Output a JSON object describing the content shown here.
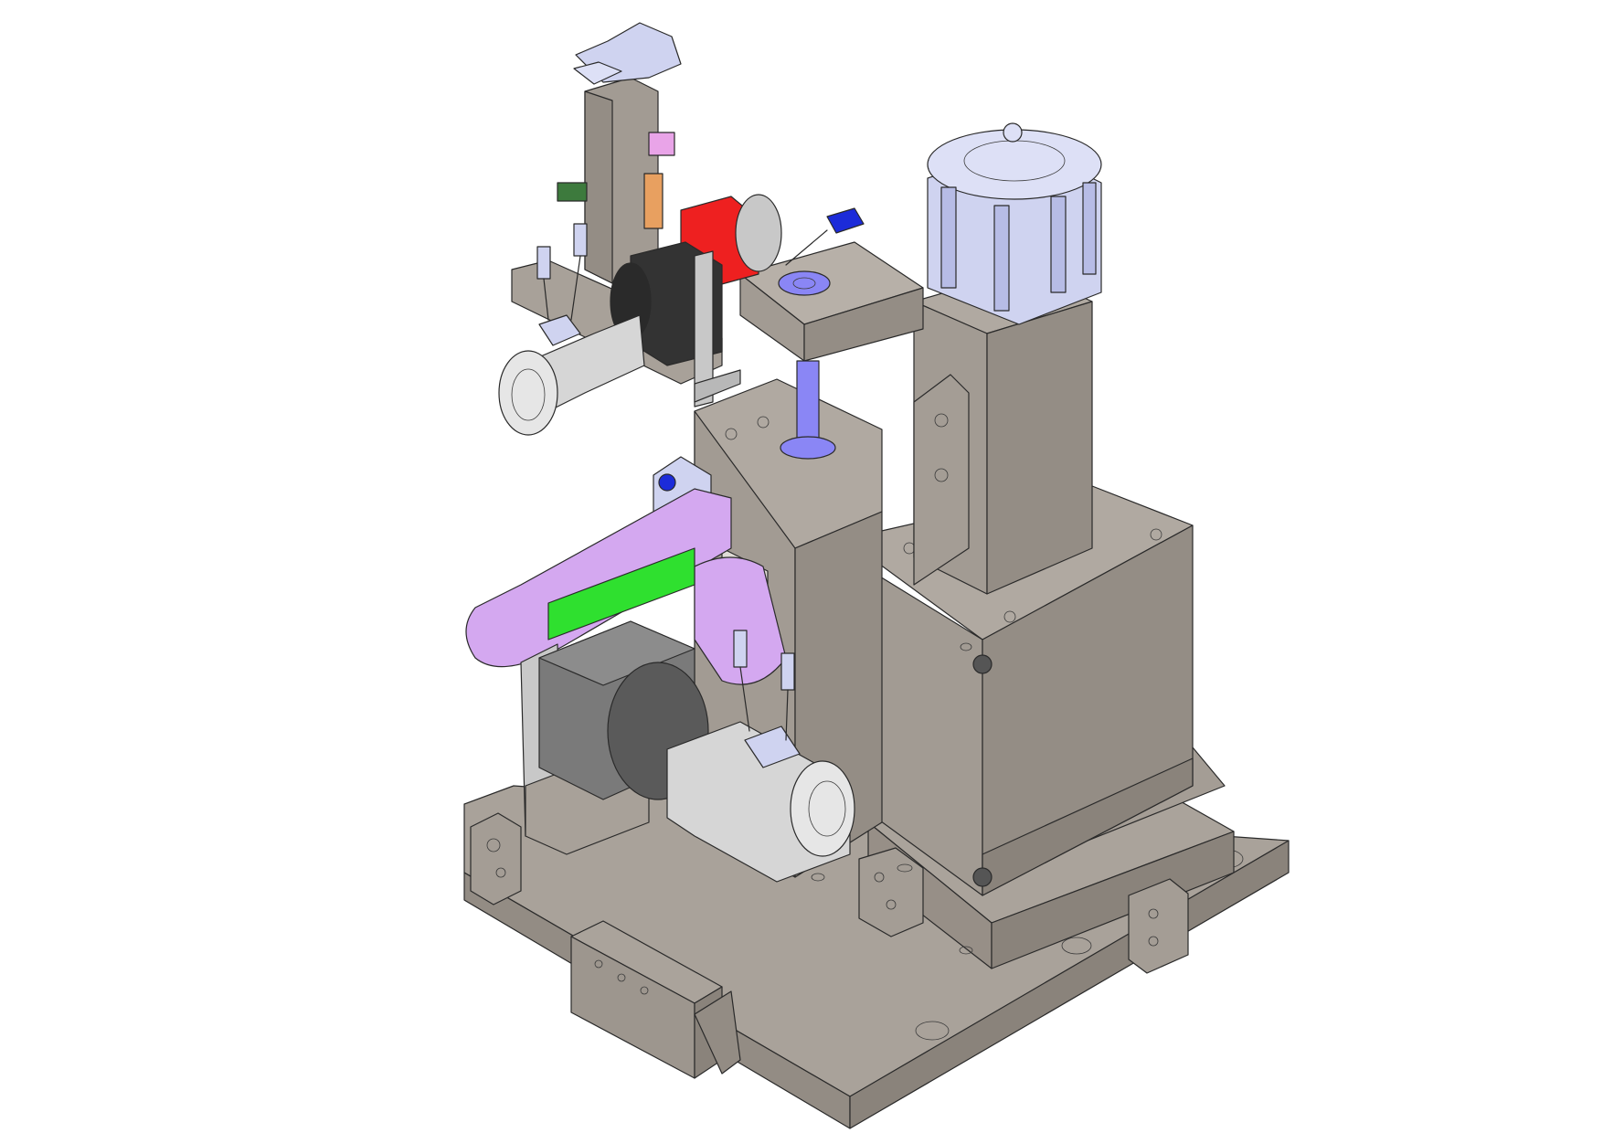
{
  "colors": {
    "background": "#ffffff",
    "steel_light": "#a9a29a",
    "steel_mid": "#9b948c",
    "steel_dark": "#8a837b",
    "belt_purple": "#d4a8f0",
    "belt_green": "#2fe02f",
    "motor_gray": "#d6d6d6",
    "motor_dark": "#7a7a7a",
    "gearhead_black": "#333333",
    "cylinder_blue_gray": "#cfd3f0",
    "accent_blue": "#1c2bd9",
    "accent_red": "#ee2020",
    "shaft_blue": "#8a86f5",
    "pcb_green": "#3d7a3d",
    "orange_part": "#e8a060",
    "pink_part": "#e9a4e8"
  },
  "components": [
    {
      "id": "base-plate",
      "icon": "base-plate-icon"
    },
    {
      "id": "lower-rail",
      "icon": "rail-icon"
    },
    {
      "id": "main-housing",
      "icon": "housing-icon"
    },
    {
      "id": "air-cylinder",
      "icon": "pneumatic-cylinder-icon"
    },
    {
      "id": "servo-motor-upper",
      "icon": "servo-motor-icon"
    },
    {
      "id": "servo-motor-lower",
      "icon": "servo-motor-icon"
    },
    {
      "id": "belt-drive",
      "icon": "belt-icon"
    },
    {
      "id": "toggle-clamp",
      "icon": "clamp-icon"
    },
    {
      "id": "sensor-bracket",
      "icon": "sensor-icon"
    }
  ]
}
